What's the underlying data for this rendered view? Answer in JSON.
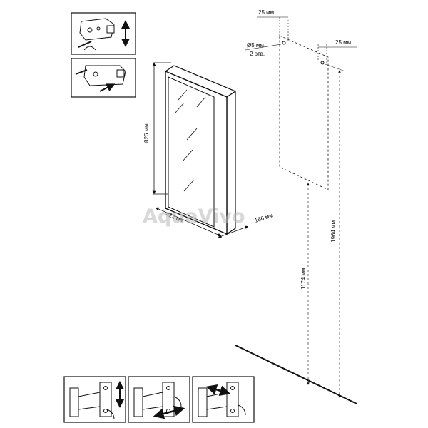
{
  "watermark": "AquaVivo",
  "dimensions": {
    "cabinet_height": "826 мм",
    "cabinet_width": "422 мм",
    "cabinet_depth": "156 мм",
    "hole_offset_left": "25 мм",
    "hole_offset_right": "25 мм",
    "hole_diameter": "Ø5 мм",
    "hole_count": "2 отв.",
    "hole_height_upper": "1964 мм",
    "hole_height_lower": "1174 мм"
  }
}
